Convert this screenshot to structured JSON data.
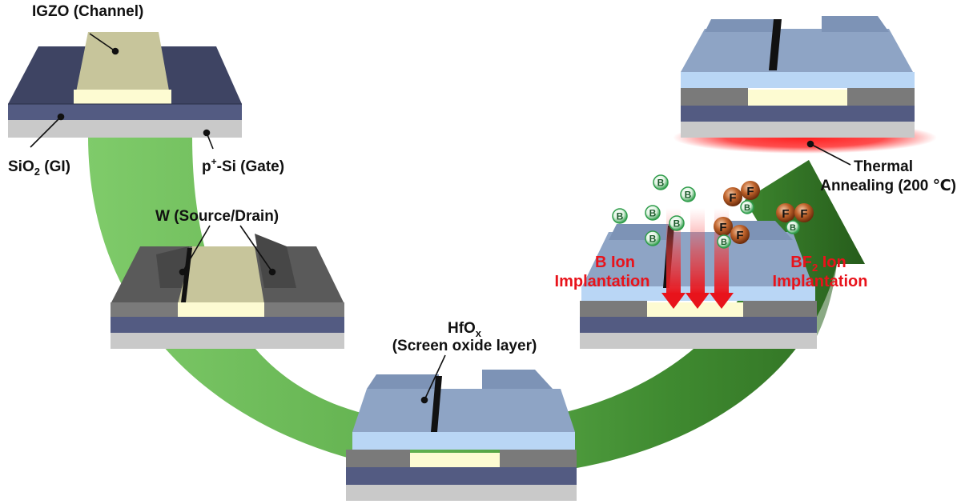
{
  "labels": {
    "igzo": "IGZO (Channel)",
    "sio2_main": "SiO",
    "sio2_sub": "2",
    "sio2_tail": " (GI)",
    "psi_main": "p",
    "psi_sup": "+",
    "psi_tail": "-Si (Gate)",
    "w": "W (Source/Drain)",
    "hfox_main": "HfO",
    "hfox_sub": "x",
    "hfox_line2": "(Screen oxide layer)",
    "b_ion_line1": "B Ion",
    "b_ion_line2": "Implantation",
    "bf2_main": "BF",
    "bf2_sub": "2",
    "bf2_tail": " Ion",
    "bf2_line2": "Implantation",
    "thermal_line1": "Thermal",
    "thermal_line2": "Annealing (200 ℃)"
  },
  "ions": {
    "boron": "B",
    "fluorine": "F"
  },
  "colors": {
    "arrow_light": "#7fcb6a",
    "arrow_dark": "#2f6e22",
    "substrate_gray": "#c9c9c9",
    "gate_oxide": "#535b82",
    "channel": "#c7c59b",
    "channel_edge": "#fdfbd2",
    "metal": "#6e6e6e",
    "hfox": "#8ea4c5",
    "hfox_light": "#b9d6f5",
    "implant": "#e8131b",
    "boron_ion": "#2e9c4a",
    "fluorine_ion": "#8a3a12"
  }
}
